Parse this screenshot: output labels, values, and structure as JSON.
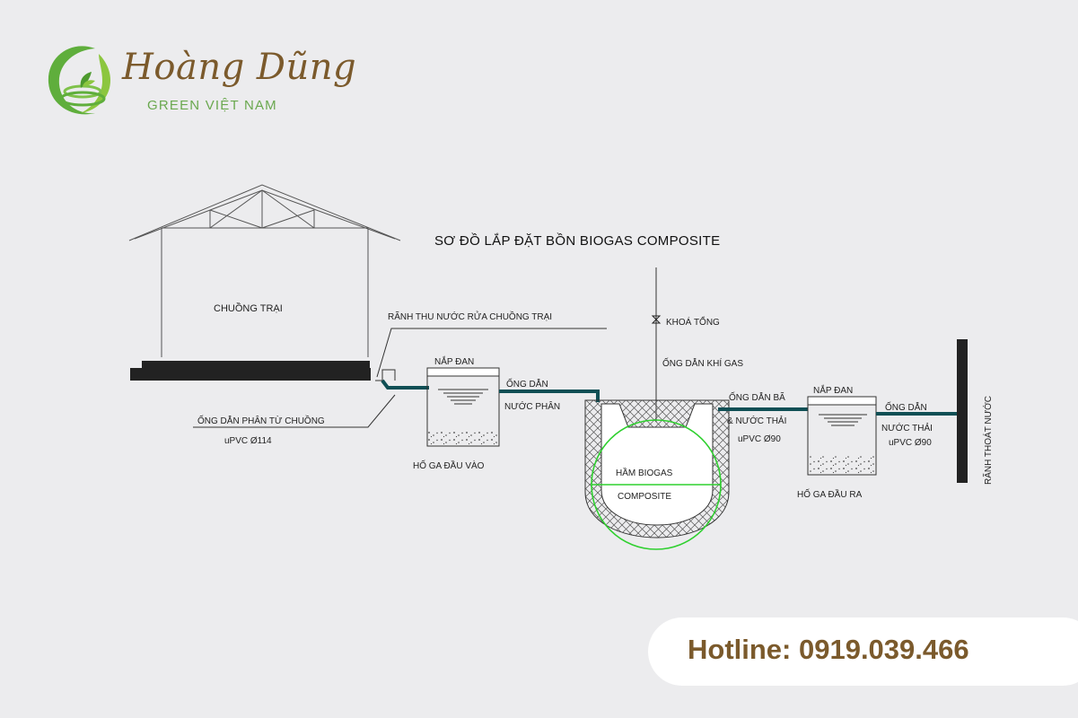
{
  "brand": {
    "name": "Hoàng Dũng",
    "subtitle": "GREEN VIỆT NAM",
    "logo_icon": "leaf-swirl-logo"
  },
  "diagram": {
    "title": "SƠ ĐỒ LẮP ĐẶT BỒN BIOGAS COMPOSITE",
    "labels": {
      "barn": "CHUỒNG TRẠI",
      "wash_channel": "RÃNH THU NƯỚC RỬA CHUỒNG TRẠI",
      "manure_pipe": "ỐNG DẪN PHÂN TỪ CHUỒNG",
      "manure_pipe_spec": "uPVC Ø114",
      "inlet_cover": "NẮP ĐAN",
      "inlet_pit": "HỐ GA ĐẦU VÀO",
      "feces_pipe_1": "ỐNG DẪN",
      "feces_pipe_2": "NƯỚC PHÂN",
      "main_valve": "KHOÁ TỔNG",
      "gas_pipe": "ỐNG DẪN KHÍ GAS",
      "tank_1": "HẦM BIOGAS",
      "tank_2": "COMPOSITE",
      "residue_pipe_1": "ỐNG DẪN BÃ",
      "residue_pipe_2": "& NƯỚC THẢI",
      "residue_pipe_spec": "uPVC Ø90",
      "outlet_cover": "NẮP ĐAN",
      "outlet_pit": "HỐ GA ĐẦU RA",
      "waste_pipe_1": "ỐNG DẪN",
      "waste_pipe_2": "NƯỚC THẢI",
      "waste_pipe_spec": "uPVC Ø90",
      "drain": "RÃNH THOÁT NƯỚC"
    },
    "colors": {
      "pipe": "#0f4f55",
      "tank_outline": "#2fd02f",
      "line": "#333333"
    }
  },
  "hotline": {
    "text": "Hotline: 0919.039.466"
  }
}
